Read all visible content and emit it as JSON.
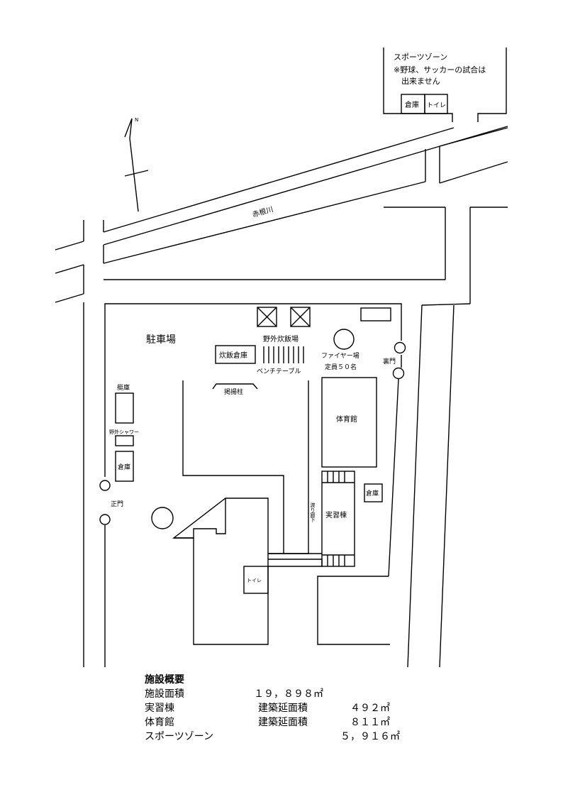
{
  "map": {
    "north_label": "N",
    "sports_zone": {
      "label": "スポーツゾーン",
      "note_line1": "※野球、サッカーの試合は",
      "note_line2": "出来ません"
    },
    "labels": {
      "storage_top": "倉庫",
      "toilet_top": "トイレ",
      "river": "赤根川",
      "parking": "駐車場",
      "outdoor_cooking": "野外炊飯場",
      "cooking_storage": "炊飯倉庫",
      "bench_table": "ベンチテーブル",
      "flagpole": "掲揚柱",
      "fire_place": "ファイヤー場",
      "fire_capacity": "定員５０名",
      "back_gate": "裏門",
      "gym": "体育館",
      "boat_storage": "艇庫",
      "outdoor_shower": "野外シャワー",
      "storage_left": "倉庫",
      "main_gate": "正門",
      "storage_right": "倉庫",
      "practice_building": "実習棟",
      "corridor": "渡り廊下",
      "toilet_main": "トイレ"
    }
  },
  "summary": {
    "heading": "施設概要",
    "rows": [
      {
        "name": "施設面積",
        "sub": "",
        "value": "１９，８９８㎡"
      },
      {
        "name": "実習棟",
        "sub": "建築延面積",
        "value": "４９２㎡"
      },
      {
        "name": "体育館",
        "sub": "建築延面積",
        "value": "８１１㎡"
      },
      {
        "name": "スポーツゾーン",
        "sub": "",
        "value": "５，９１６㎡"
      }
    ]
  }
}
